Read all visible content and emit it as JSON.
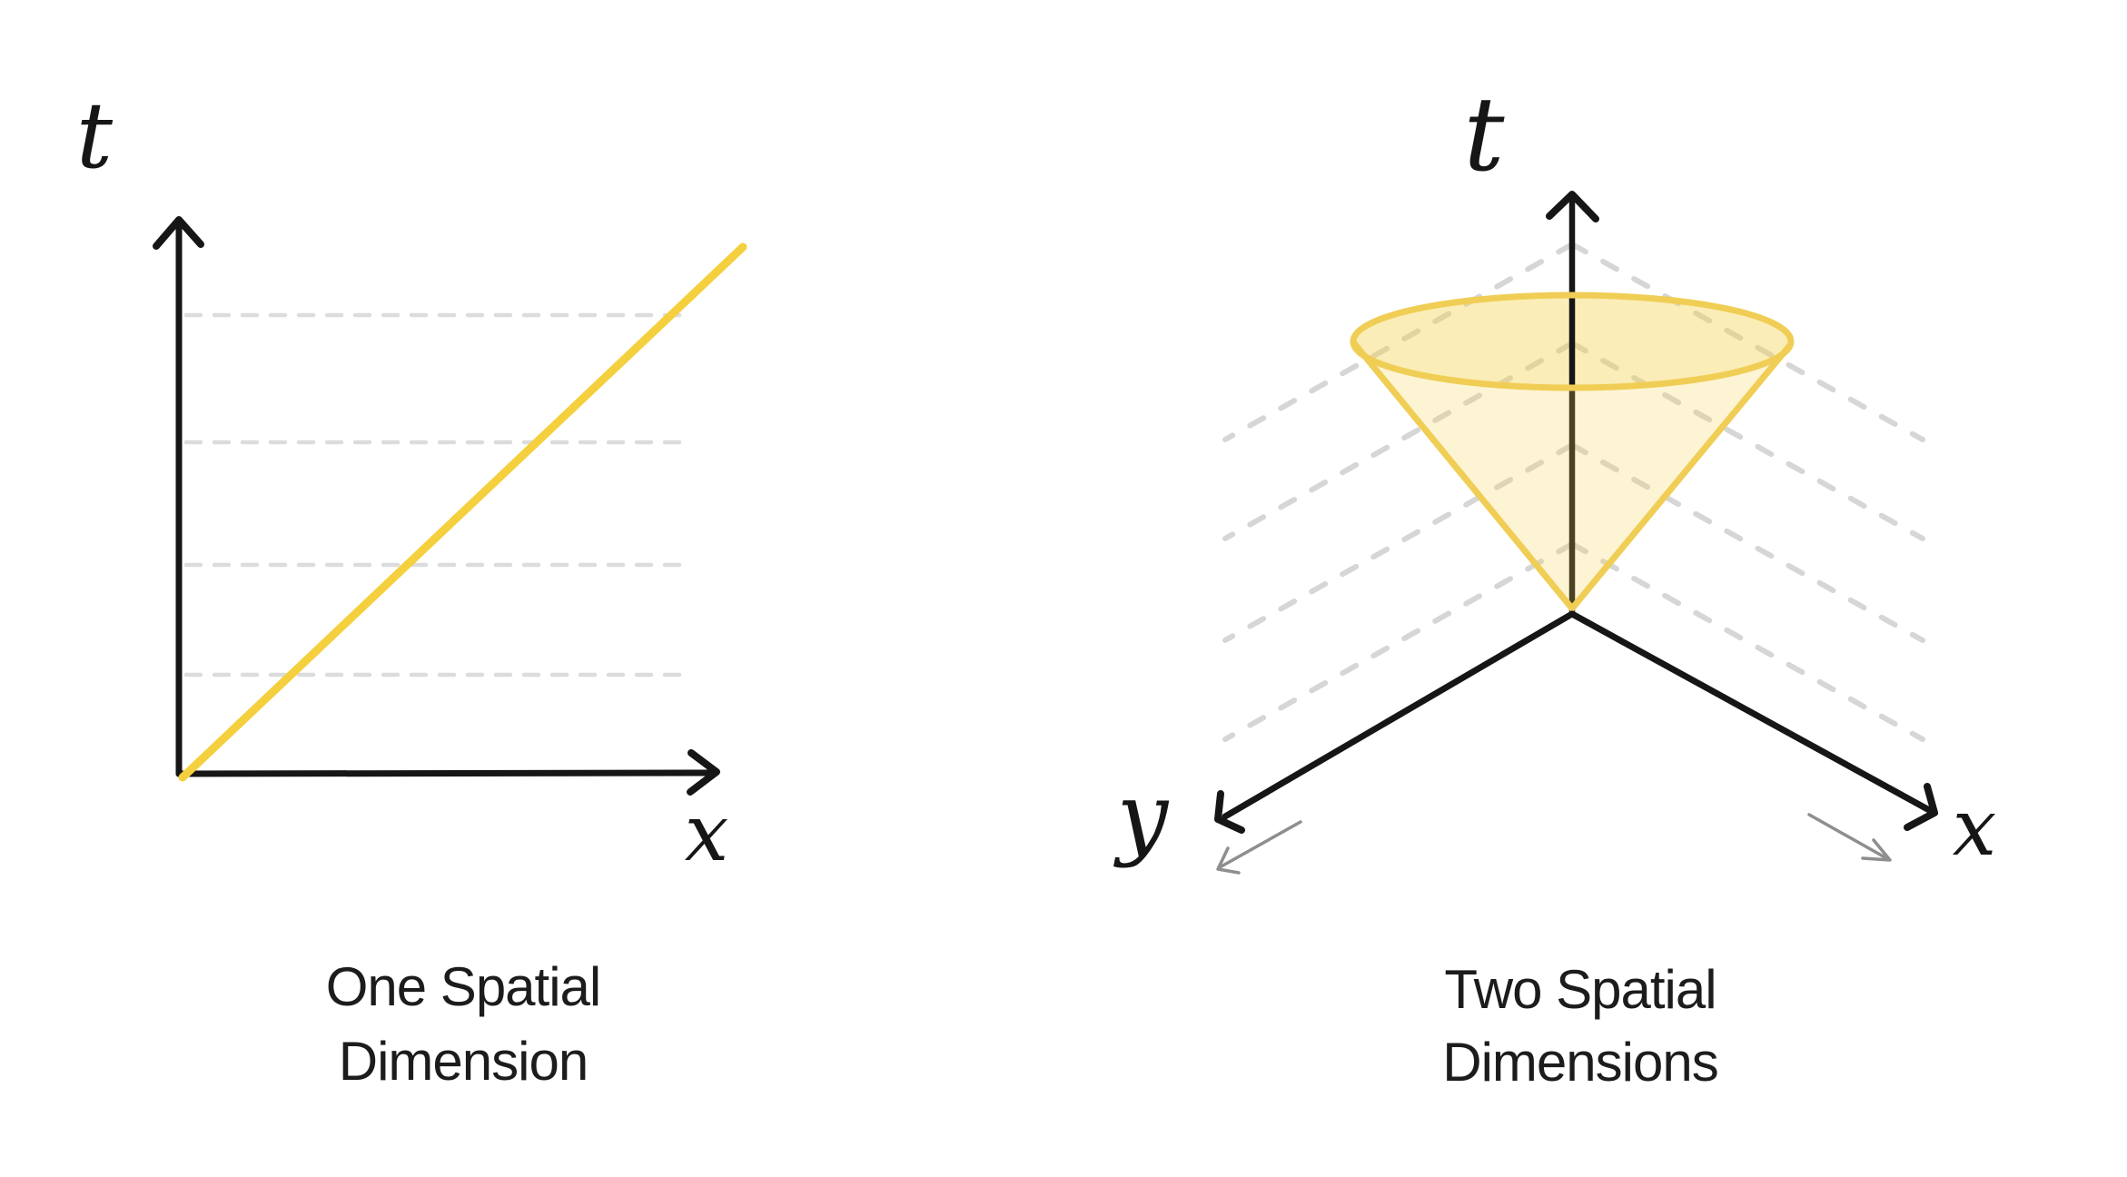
{
  "figure": {
    "background": "#FFFFFF",
    "description_left": "Light cone with one spatial dimension",
    "description_right": "Light cone with two spatial dimensions"
  },
  "colors": {
    "ink_black": "#161616",
    "worldline_yellow": "#F5D03E",
    "cone_yellow_stroke": "#F0CE55",
    "cone_fill_body": "rgba(245,211,74,0.24)",
    "cone_fill_top_disc": "rgba(245,211,74,0.40)",
    "gridline_gray_left": "#DCDCDC",
    "gridline_gray_right": "#D6D6D6",
    "small_arrow_gray": "#8E8E8E",
    "caption_text": "#1C1C1C"
  },
  "left_panel": {
    "axis_labels": {
      "vertical": "t",
      "horizontal": "x"
    },
    "caption_line1": "One Spatial",
    "caption_line2": "Dimension"
  },
  "right_panel": {
    "axis_labels": {
      "vertical": "t",
      "left": "y",
      "right": "x"
    },
    "caption_line1": "Two Spatial",
    "caption_line2": "Dimensions"
  }
}
